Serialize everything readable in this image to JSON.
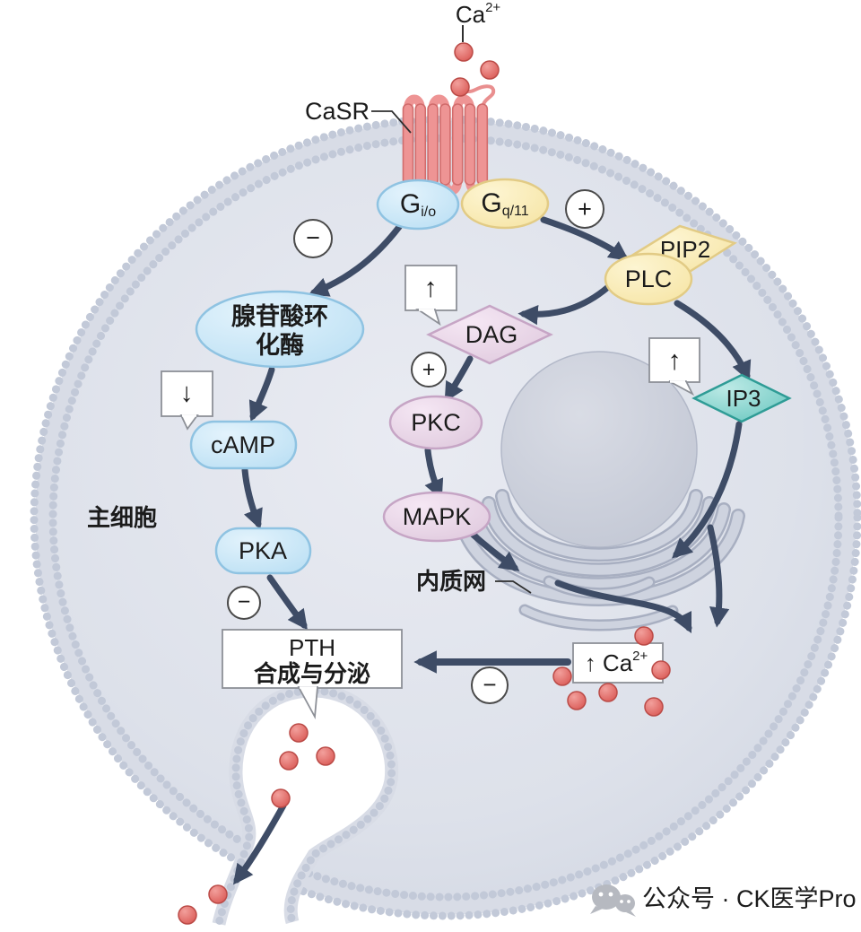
{
  "diagram": {
    "labels": {
      "ca_ion": "Ca",
      "ca_ion_sup": "2+",
      "casr": "CaSR",
      "g_io_main": "G",
      "g_io_sub": "i/o",
      "g_q11_main": "G",
      "g_q11_sub": "q/11",
      "adenylyl_cyclase_line1": "腺苷酸环",
      "adenylyl_cyclase_line2": "化酶",
      "camp": "cAMP",
      "pka": "PKA",
      "dag": "DAG",
      "pkc": "PKC",
      "mapk": "MAPK",
      "pip2": "PIP2",
      "plc": "PLC",
      "ip3": "IP3",
      "chief_cell": "主细胞",
      "er": "内质网",
      "pth_line1": "PTH",
      "pth_line2": "合成与分泌",
      "ca_increase_prefix": "↑ Ca",
      "ca_increase_sup": "2+"
    },
    "badges": {
      "plus": "+",
      "minus": "−",
      "up_arrow": "↑",
      "down_arrow": "↓"
    },
    "watermark": {
      "text": "公众号 · CK医学Pro"
    },
    "colors": {
      "arrow": "#3e4c66",
      "membrane_bead": "#c2c9d8",
      "cytoplasm": "#dde1ea",
      "nucleus": "#c9cdd9",
      "blue_fill": "#cfe8f9",
      "yellow_fill": "#faeebc",
      "pink_fill": "#ecdceb",
      "teal_fill": "#8ed6d0",
      "red_ball": "#e06663",
      "receptor_pink": "#ee9494",
      "watermark_gray": "#b6b9c0"
    }
  }
}
